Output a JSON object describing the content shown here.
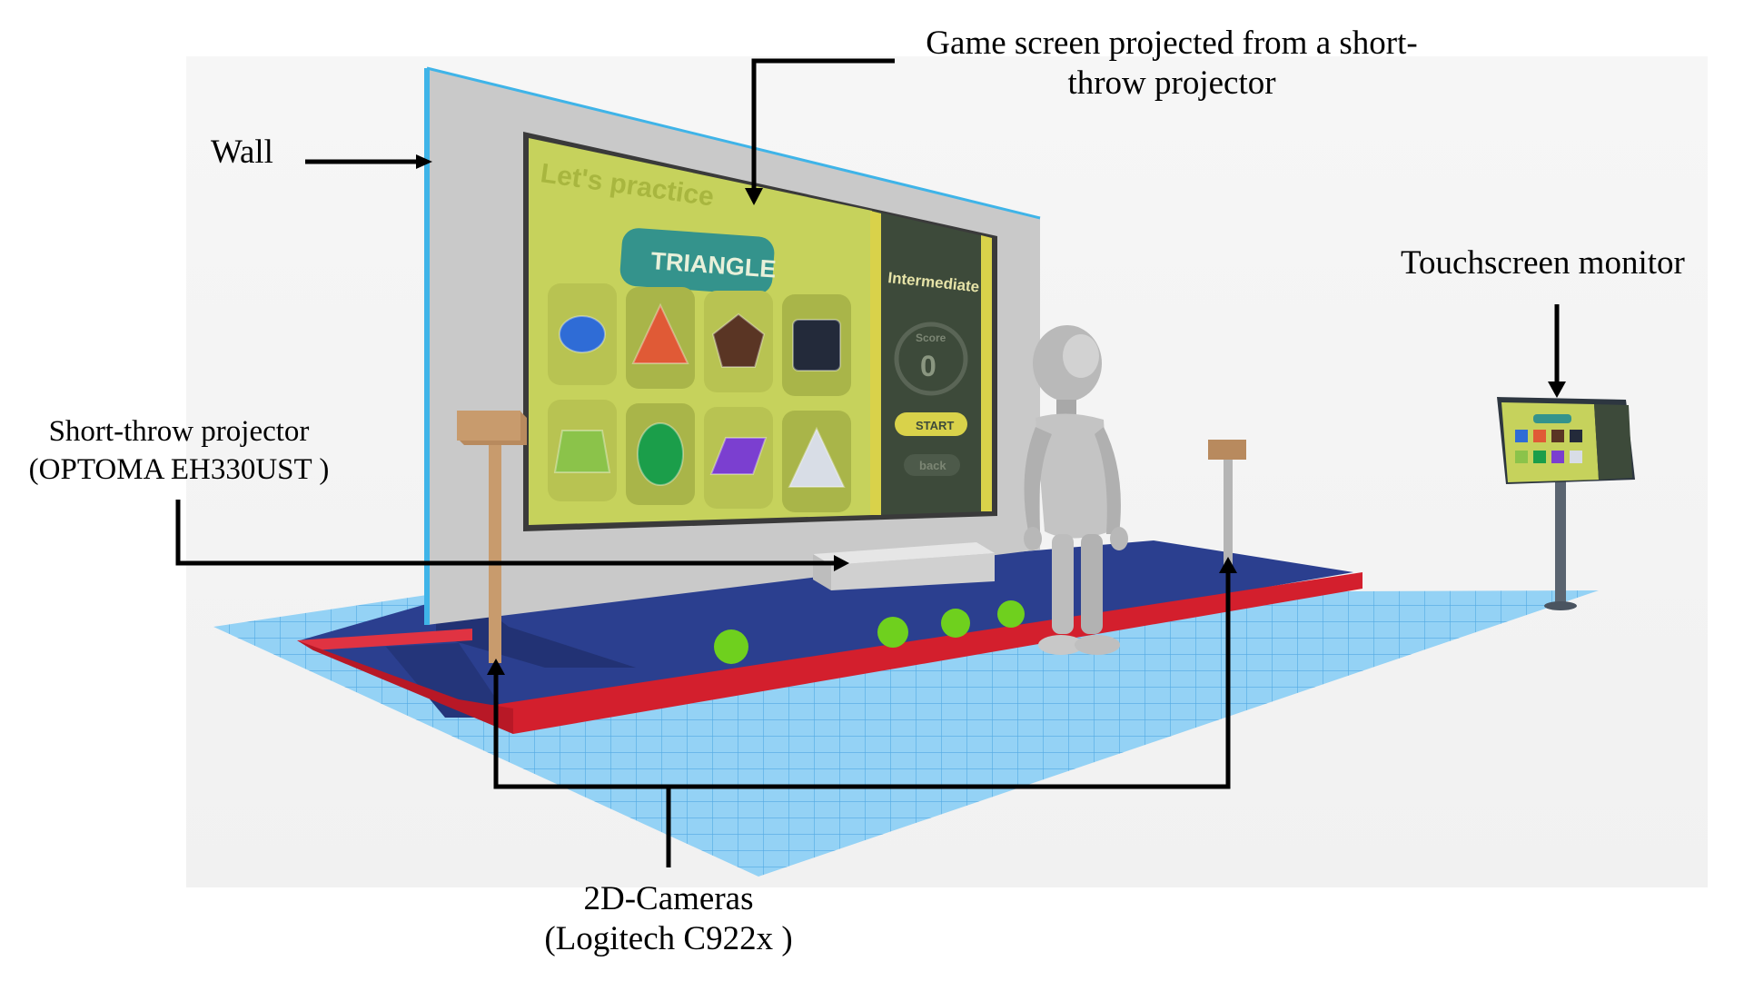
{
  "labels": {
    "game_screen": {
      "line1": "Game screen projected from a short-",
      "line2": "throw projector"
    },
    "wall": "Wall",
    "projector": {
      "line1": "Short-throw projector",
      "line2": "(OPTOMA EH330UST )"
    },
    "touchscreen": "Touchscreen monitor",
    "cameras": {
      "line1": "2D-Cameras",
      "line2": "(Logitech C922x )"
    }
  },
  "game": {
    "heading": "Let's practice",
    "target": "TRIANGLE",
    "level": "Intermediate",
    "score_label": "Score",
    "score_value": "0",
    "start_label": "START",
    "back_label": "back",
    "shapes": [
      {
        "shape": "oval",
        "color": "#2f6cd6"
      },
      {
        "shape": "pyramid",
        "color": "#e05a36"
      },
      {
        "shape": "pentagon",
        "color": "#5a3524"
      },
      {
        "shape": "square",
        "color": "#232a3a"
      },
      {
        "shape": "trapezoid",
        "color": "#8bc34a"
      },
      {
        "shape": "oval-tall",
        "color": "#1b9e4a"
      },
      {
        "shape": "parallelogram",
        "color": "#7b3fd0"
      },
      {
        "shape": "pyramid-white",
        "color": "#d8dde6"
      }
    ]
  },
  "colors": {
    "floor_grid": "#58b4ee",
    "stage": "#2b3f8f",
    "rail": "#d31f2d",
    "wall": "#c9c9c9",
    "wall_edge": "#3fb4e8",
    "screen_bg": "#c6d25c",
    "panel_bg": "#3d4a3a",
    "target_chip": "#34938c",
    "balls": "#6fd01e"
  }
}
